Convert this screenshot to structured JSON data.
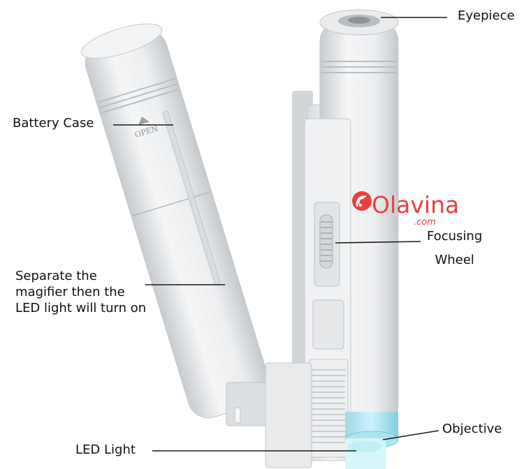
{
  "labels": {
    "eyepiece": "Eyepiece",
    "battery_case": "Battery Case",
    "focusing_wheel_line1": "Focusing",
    "focusing_wheel_line2": "Wheel",
    "separate_line1": "Separate the",
    "separate_line2": "magifier then the",
    "separate_line3": "LED light will turn on",
    "objective": "Objective",
    "led_light": "LED Light"
  },
  "device_markings": {
    "open_text": "OPEN"
  },
  "watermark": {
    "brand": "Olavina",
    "domain": ".com",
    "color": "#e8413c"
  },
  "colors": {
    "body": "#eef0f1",
    "shadow": "#c9cdd0",
    "led_glow": "#8fe3ef"
  }
}
